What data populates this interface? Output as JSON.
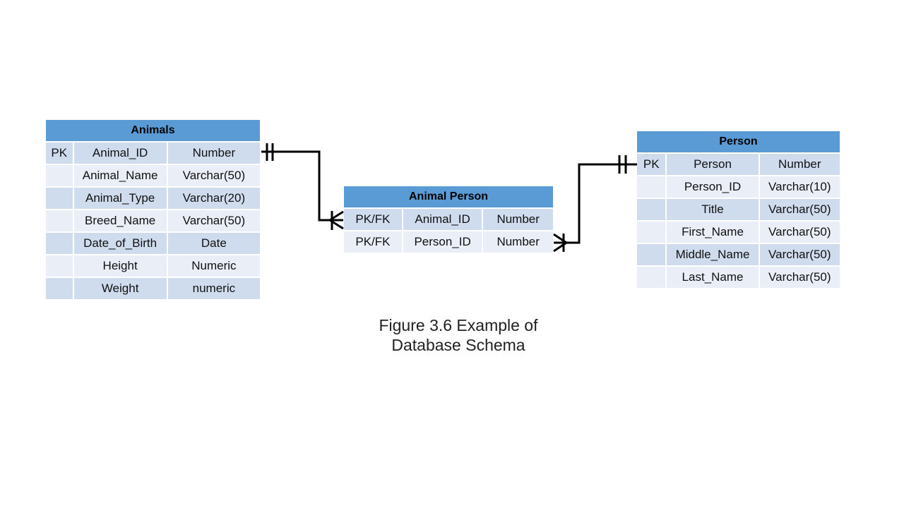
{
  "entities": {
    "animals": {
      "title": "Animals",
      "rows": [
        [
          "PK",
          "Animal_ID",
          "Number"
        ],
        [
          "",
          "Animal_Name",
          "Varchar(50)"
        ],
        [
          "",
          "Animal_Type",
          "Varchar(20)"
        ],
        [
          "",
          "Breed_Name",
          "Varchar(50)"
        ],
        [
          "",
          "Date_of_Birth",
          "Date"
        ],
        [
          "",
          "Height",
          "Numeric"
        ],
        [
          "",
          "Weight",
          "numeric"
        ]
      ]
    },
    "animal_person": {
      "title": "Animal Person",
      "rows": [
        [
          "PK/FK",
          "Animal_ID",
          "Number"
        ],
        [
          "PK/FK",
          "Person_ID",
          "Number"
        ]
      ]
    },
    "person": {
      "title": "Person",
      "rows": [
        [
          "PK",
          "Person",
          "Number"
        ],
        [
          "",
          "Person_ID",
          "Varchar(10)"
        ],
        [
          "",
          "Title",
          "Varchar(50)"
        ],
        [
          "",
          "First_Name",
          "Varchar(50)"
        ],
        [
          "",
          "Middle_Name",
          "Varchar(50)"
        ],
        [
          "",
          "Last_Name",
          "Varchar(50)"
        ]
      ]
    }
  },
  "relationships": [
    {
      "from": "Animals.Animal_ID",
      "to": "Animal Person.Animal_ID",
      "from_cardinality": "one-and-only-one",
      "to_cardinality": "one-or-many"
    },
    {
      "from": "Person.Person",
      "to": "Animal Person.Person_ID",
      "from_cardinality": "one-and-only-one",
      "to_cardinality": "one-or-many"
    }
  ],
  "caption": {
    "line1": "Figure 3.6 Example of",
    "line2": "Database Schema"
  },
  "colors": {
    "header": "#5b9bd5",
    "row_dark": "#cfdcee",
    "row_light": "#e9eef7",
    "connector": "#000000"
  }
}
